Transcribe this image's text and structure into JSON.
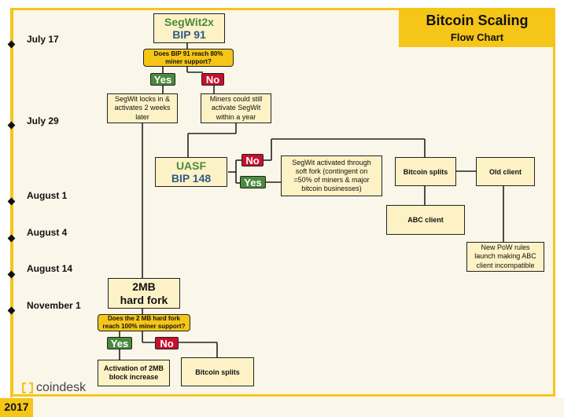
{
  "title": {
    "main": "Bitcoin Scaling",
    "sub": "Flow Chart"
  },
  "year": "2017",
  "timeline": [
    {
      "date": "July 17"
    },
    {
      "date": "July 29"
    },
    {
      "date": "August 1"
    },
    {
      "date": "August 4"
    },
    {
      "date": "August 14"
    },
    {
      "date": "November 1"
    }
  ],
  "nodes": {
    "segwit2x": {
      "line1": "SegWit2x",
      "line2": "BIP 91"
    },
    "q_bip91": "Does BIP 91 reach 80% miner support?",
    "segwit_lock": "SegWit locks in & activates 2 weeks later",
    "miners_still": "Miners could still activate SegWit within a year",
    "uasf": {
      "line1": "UASF",
      "line2": "BIP 148"
    },
    "segwit_soft": "SegWit activated through soft fork (contingent on =50% of miners & major bitcoin businesses)",
    "bitcoin_splits_top": "Bitcoin splits",
    "old_client": "Old client",
    "abc_client": "ABC client",
    "new_pow": "New PoW rules launch making ABC client incompatible",
    "hardfork": "2MB hard fork",
    "q_2mb": "Does the 2 MB hard fork reach 100% miner support?",
    "activation_2mb": "Activation of 2MB block increase",
    "bitcoin_splits_bottom": "Bitcoin splits"
  },
  "labels": {
    "yes": "Yes",
    "no": "No"
  },
  "brand": {
    "name": "coindesk"
  },
  "colors": {
    "accent": "#f5c518",
    "yes": "#4a8a3e",
    "no": "#c8102e",
    "uasf_text": "#2d5b8c",
    "box_fill": "#fdf2c6"
  }
}
